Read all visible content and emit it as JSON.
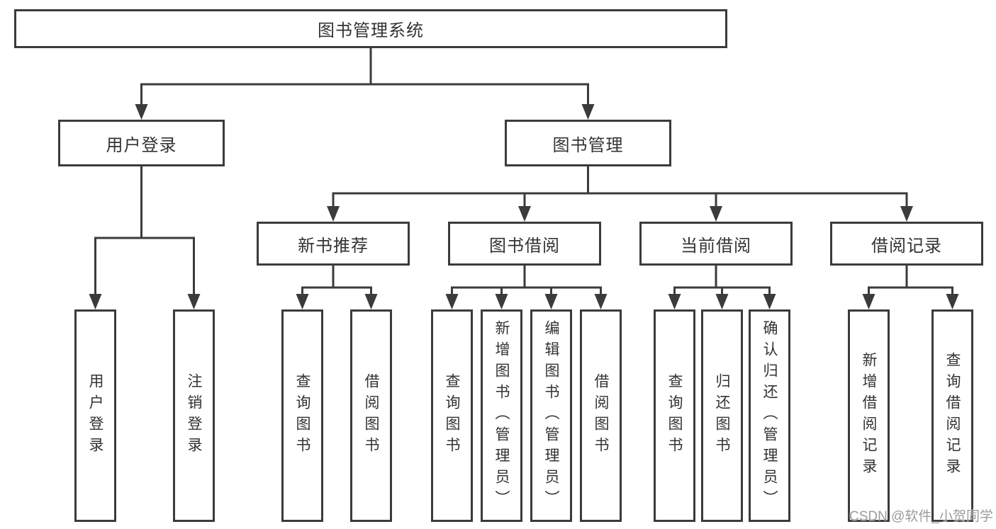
{
  "diagram": {
    "type": "hierarchy-tree",
    "title": "图书管理系统"
  },
  "colors": {
    "line": "#3b3b3b",
    "box_border": "#3b3b3b",
    "box_fill": "#ffffff",
    "text": "#333333",
    "watermark": "#9c9c9c"
  },
  "nodes": {
    "root": {
      "label": "图书管理系统"
    },
    "level2": [
      {
        "label": "用户登录"
      },
      {
        "label": "图书管理"
      }
    ],
    "level3": [
      {
        "label": "新书推荐"
      },
      {
        "label": "图书借阅"
      },
      {
        "label": "当前借阅"
      },
      {
        "label": "借阅记录"
      }
    ],
    "leaves": [
      {
        "label": "用户登录"
      },
      {
        "label": "注销登录"
      },
      {
        "label": "查询图书"
      },
      {
        "label": "借阅图书"
      },
      {
        "label": "查询图书"
      },
      {
        "label": "新增图书（管理员）"
      },
      {
        "label": "编辑图书（管理员）"
      },
      {
        "label": "借阅图书"
      },
      {
        "label": "查询图书"
      },
      {
        "label": "归还图书"
      },
      {
        "label": "确认归还（管理员）"
      },
      {
        "label": "新增借阅记录"
      },
      {
        "label": "查询借阅记录"
      }
    ]
  },
  "hierarchy": {
    "图书管理系统": {
      "用户登录": [
        "用户登录",
        "注销登录"
      ],
      "图书管理": {
        "新书推荐": [
          "查询图书",
          "借阅图书"
        ],
        "图书借阅": [
          "查询图书",
          "新增图书（管理员）",
          "编辑图书（管理员）",
          "借阅图书"
        ],
        "当前借阅": [
          "查询图书",
          "归还图书",
          "确认归还（管理员）"
        ],
        "借阅记录": [
          "新增借阅记录",
          "查询借阅记录"
        ]
      }
    }
  },
  "watermark": {
    "text": "CSDN @软件_小贺同学"
  }
}
